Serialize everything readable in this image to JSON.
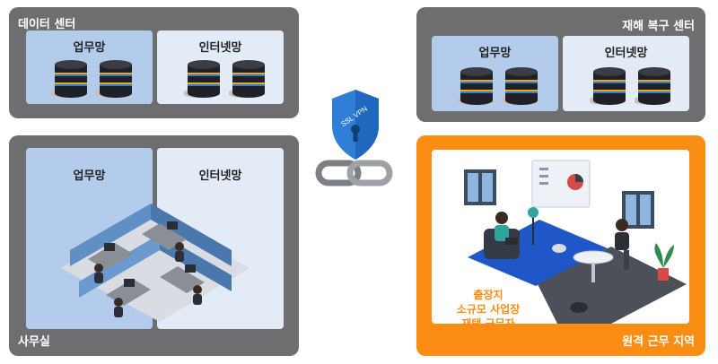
{
  "datacenter": {
    "title": "데이터 센터",
    "zones": [
      {
        "label": "업무망"
      },
      {
        "label": "인터넷망"
      }
    ]
  },
  "dr_center": {
    "title": "재해 복구 센터",
    "zones": [
      {
        "label": "업무망"
      },
      {
        "label": "인터넷망"
      }
    ]
  },
  "office": {
    "title": "사무실",
    "zones": [
      {
        "label": "업무망"
      },
      {
        "label": "인터넷망"
      }
    ]
  },
  "vpn": {
    "shield_text": "SSL VPN",
    "icons": [
      "shield-icon",
      "lock-icon",
      "chain-link-icon"
    ]
  },
  "remote": {
    "title": "원격 근무 지역",
    "locations": [
      "출장지",
      "소규모 사업장",
      "재택 근무자"
    ]
  },
  "colors": {
    "panel_gray": "#6e6e70",
    "remote_orange": "#fb8c14",
    "zone_blue": "#b4ccec",
    "zone_light": "#e3ebf7",
    "vpn_blue": "#2f7fd6"
  }
}
